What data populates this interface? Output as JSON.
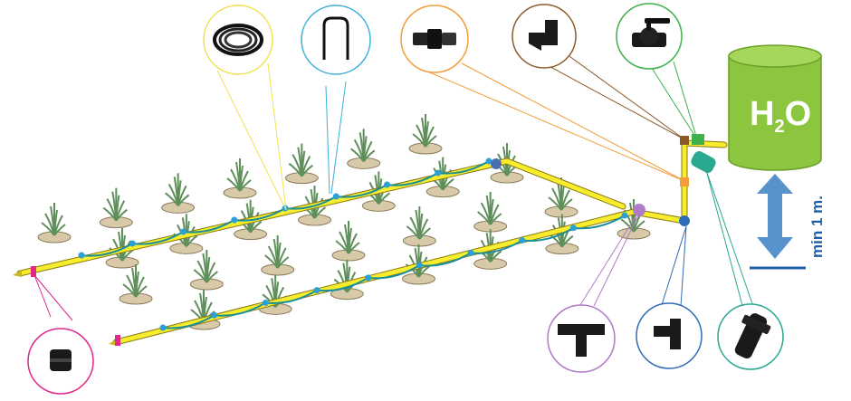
{
  "tank": {
    "label_main": "H",
    "label_sub": "2",
    "label_end": "O",
    "fill_color": "#8cc63f",
    "top_color": "#a6d65a"
  },
  "height": {
    "text": "min 1 m.",
    "arrow_color": "#3a7fc4"
  },
  "pipe_color": "#f7ec2d",
  "drip_color": "#1a8f9a",
  "callouts": [
    {
      "name": "callout-pipe-coil",
      "icon": "pipe-coil-icon",
      "color": "#f0e050"
    },
    {
      "name": "callout-drip-stake",
      "icon": "drip-stake-icon",
      "color": "#3ab0d8"
    },
    {
      "name": "callout-adapter",
      "icon": "adapter-icon",
      "color": "#f39c3a"
    },
    {
      "name": "callout-elbow",
      "icon": "elbow-fitting-icon",
      "color": "#8b5a2b"
    },
    {
      "name": "callout-valve",
      "icon": "ball-valve-icon",
      "color": "#3fb04a"
    },
    {
      "name": "callout-filter",
      "icon": "filter-icon",
      "color": "#2aa890"
    },
    {
      "name": "callout-elbow-joint",
      "icon": "elbow-joint-icon",
      "color": "#2f6cb5"
    },
    {
      "name": "callout-tee",
      "icon": "tee-fitting-icon",
      "color": "#b07cc6"
    },
    {
      "name": "callout-end-plug",
      "icon": "end-plug-icon",
      "color": "#e0288a"
    }
  ]
}
